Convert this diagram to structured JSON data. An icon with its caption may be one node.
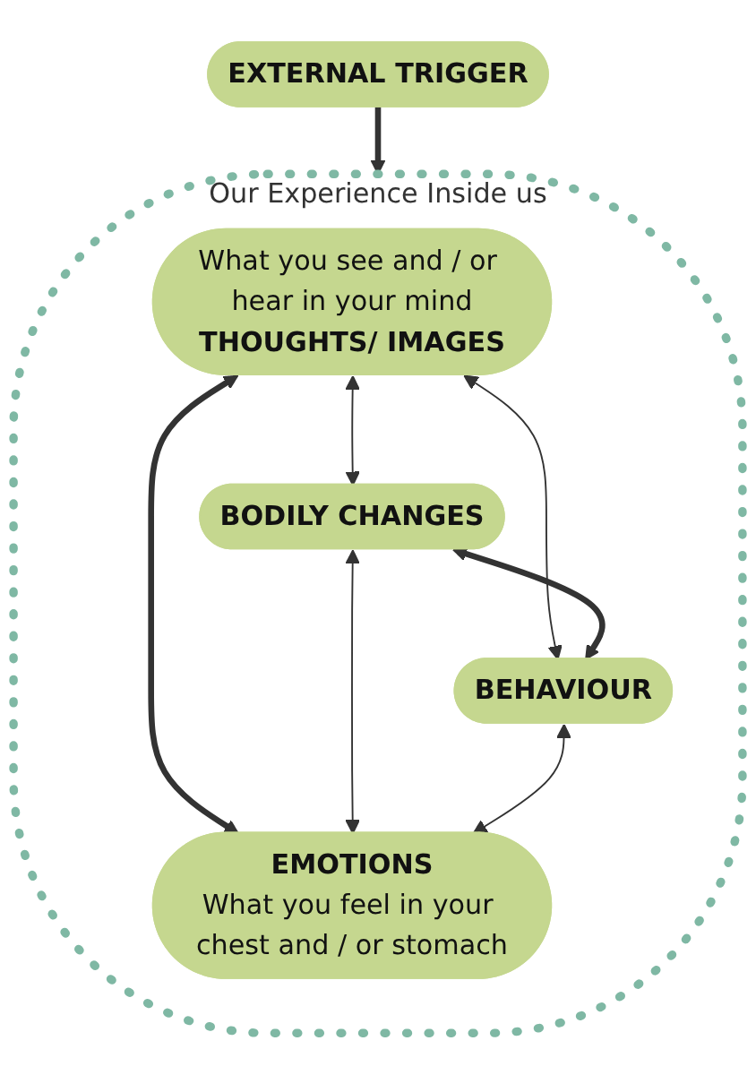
{
  "diagram": {
    "nodes": [
      {
        "text": [
          "EXTERNAL TRIGGER"
        ]
      },
      {
        "text": [
          "Our Experience Inside us"
        ]
      },
      {
        "text": [
          "What you see and / or hear in your mind",
          "THOUGHTS/ IMAGES"
        ],
        "in": 1
      },
      {
        "text": [
          "BODILY CHANGES"
        ],
        "in": 1
      },
      {
        "text": [
          "BEHAVIOUR"
        ],
        "in": 1
      },
      {
        "text": [
          "EMOTIONS",
          "What you feel in your chest and / or stomach"
        ],
        "in": 1
      }
    ],
    "edges": [
      {
        "from": 0,
        "to": 1,
        "arrow": "to",
        "style": "thick"
      },
      {
        "from": 2,
        "to": 3,
        "arrow": "both"
      },
      {
        "from": 2,
        "to": 4,
        "arrow": "both"
      },
      {
        "from": 2,
        "to": 5,
        "arrow": "both",
        "style": "thick"
      },
      {
        "from": 3,
        "to": 4,
        "arrow": "both",
        "style": "thick"
      },
      {
        "from": 3,
        "to": 5,
        "arrow": "both"
      },
      {
        "from": 4,
        "to": 5,
        "arrow": "both"
      }
    ]
  }
}
